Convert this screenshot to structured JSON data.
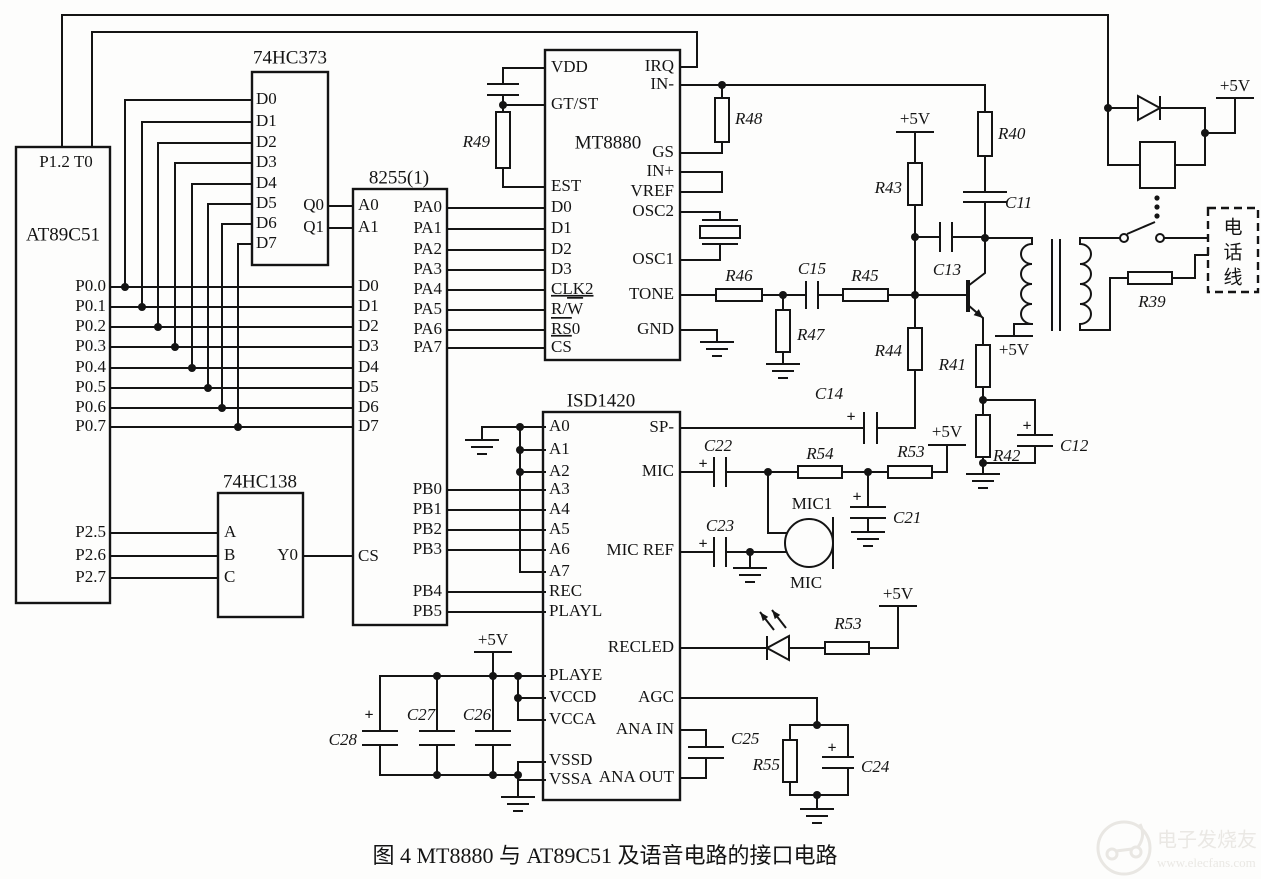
{
  "caption": "图 4 MT8880 与 AT89C51 及语音电路的接口电路",
  "watermark": {
    "name": "电子发烧友",
    "url": "www.elecfans.com"
  },
  "labels": {
    "plus5v": "+5V",
    "plus": "+"
  },
  "phone_line": {
    "chars": [
      "电",
      "话",
      "线"
    ]
  },
  "chips": {
    "at89c51": {
      "title": "AT89C51",
      "pin_top": "P1.2 T0",
      "p0": [
        "P0.0",
        "P0.1",
        "P0.2",
        "P0.3",
        "P0.4",
        "P0.5",
        "P0.6",
        "P0.7"
      ],
      "p2": [
        "P2.5",
        "P2.6",
        "P2.7"
      ]
    },
    "hc373": {
      "title": "74HC373",
      "d": [
        "D0",
        "D1",
        "D2",
        "D3",
        "D4",
        "D5",
        "D6",
        "D7"
      ],
      "q": [
        "Q0",
        "Q1"
      ]
    },
    "i8255": {
      "title": "8255(1)",
      "a": [
        "A0",
        "A1"
      ],
      "d": [
        "D0",
        "D1",
        "D2",
        "D3",
        "D4",
        "D5",
        "D6",
        "D7"
      ],
      "cs": "CS",
      "pa": [
        "PA0",
        "PA1",
        "PA2",
        "PA3",
        "PA4",
        "PA5",
        "PA6",
        "PA7"
      ],
      "pb": [
        "PB0",
        "PB1",
        "PB2",
        "PB3",
        "PB4",
        "PB5"
      ]
    },
    "hc138": {
      "title": "74HC138",
      "abc": [
        "A",
        "B",
        "C"
      ],
      "y0": "Y0"
    },
    "mt8880": {
      "title": "MT8880",
      "left": [
        "VDD",
        "GT/ST",
        "EST",
        "D0",
        "D1",
        "D2",
        "D3"
      ],
      "clk2": "CLK2",
      "rw_pre": "R/",
      "rw_over": "W",
      "rs_over": "RS",
      "rs_post": "0",
      "cs_over": "CS",
      "right": [
        "IRQ",
        "IN-",
        "GS",
        "IN+",
        "VREF",
        "OSC2",
        "OSC1",
        "TONE",
        "GND"
      ]
    },
    "isd1420": {
      "title": "ISD1420",
      "left": [
        "A0",
        "A1",
        "A2",
        "A3",
        "A4",
        "A5",
        "A6",
        "A7",
        "REC",
        "PLAYL",
        "PLAYE",
        "VCCD",
        "VCCA",
        "VSSD",
        "VSSA"
      ],
      "right": [
        "SP-",
        "MIC",
        "MIC REF",
        "RECLED",
        "AGC",
        "ANA IN",
        "ANA OUT"
      ]
    }
  },
  "refs": {
    "r49": "R49",
    "r48": "R48",
    "r40": "R40",
    "r43": "R43",
    "c11": "C11",
    "r46": "R46",
    "c15": "C15",
    "r45": "R45",
    "c13": "C13",
    "r47": "R47",
    "r44": "R44",
    "r41": "R41",
    "r39": "R39",
    "c14": "C14",
    "c22": "C22",
    "r54": "R54",
    "r53a": "R53",
    "c21": "C21",
    "r42": "R42",
    "c12": "C12",
    "c23": "C23",
    "mic1": "MIC1",
    "mic": "MIC",
    "r53b": "R53",
    "c25": "C25",
    "r55": "R55",
    "c24": "C24",
    "c28": "C28",
    "c27": "C27",
    "c26": "C26"
  }
}
